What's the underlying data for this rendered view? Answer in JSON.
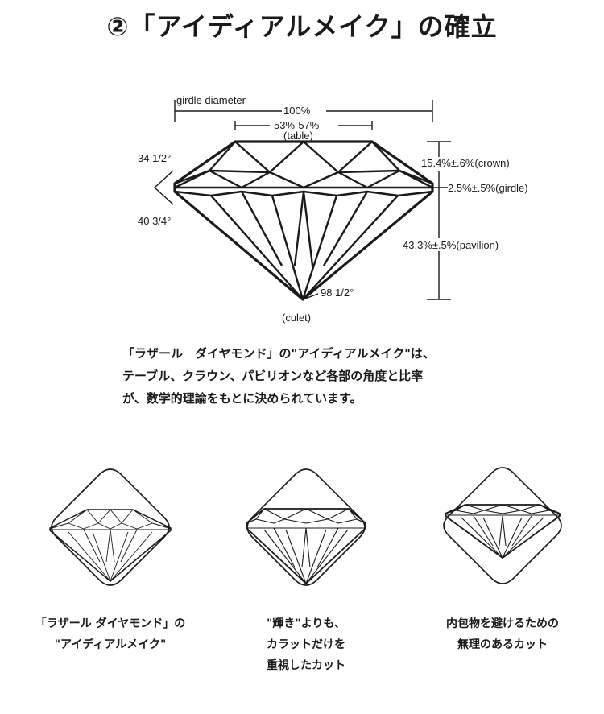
{
  "title": "②「アイディアルメイク」の確立",
  "diagram": {
    "girdle_diameter": "girdle diameter",
    "diameter_pct": "100%",
    "table_pct": "53%-57%",
    "table": "(table)",
    "crown_angle": "34 1/2°",
    "pavilion_angle": "40 3/4°",
    "crown": "15.4%±.6%(crown)",
    "girdle": "2.5%±.5%(girdle)",
    "pavilion": "43.3%±.5%(pavilion)",
    "culet_angle": "98 1/2°",
    "culet": "(culet)"
  },
  "description": [
    "「ラザール　ダイヤモンド」の\"アイディアルメイク\"は、",
    "テーブル、クラウン、パビリオンなど各部の角度と比率",
    "が、数学的理論をもとに決められています。"
  ],
  "comparisons": [
    {
      "caption": [
        "「ラザール ダイヤモンド」の",
        "\"アイディアルメイク\""
      ]
    },
    {
      "caption": [
        "\"輝き\"よりも、",
        "カラットだけを",
        "重視したカット"
      ]
    },
    {
      "caption": [
        "内包物を避けるための",
        "無理のあるカット"
      ]
    }
  ]
}
